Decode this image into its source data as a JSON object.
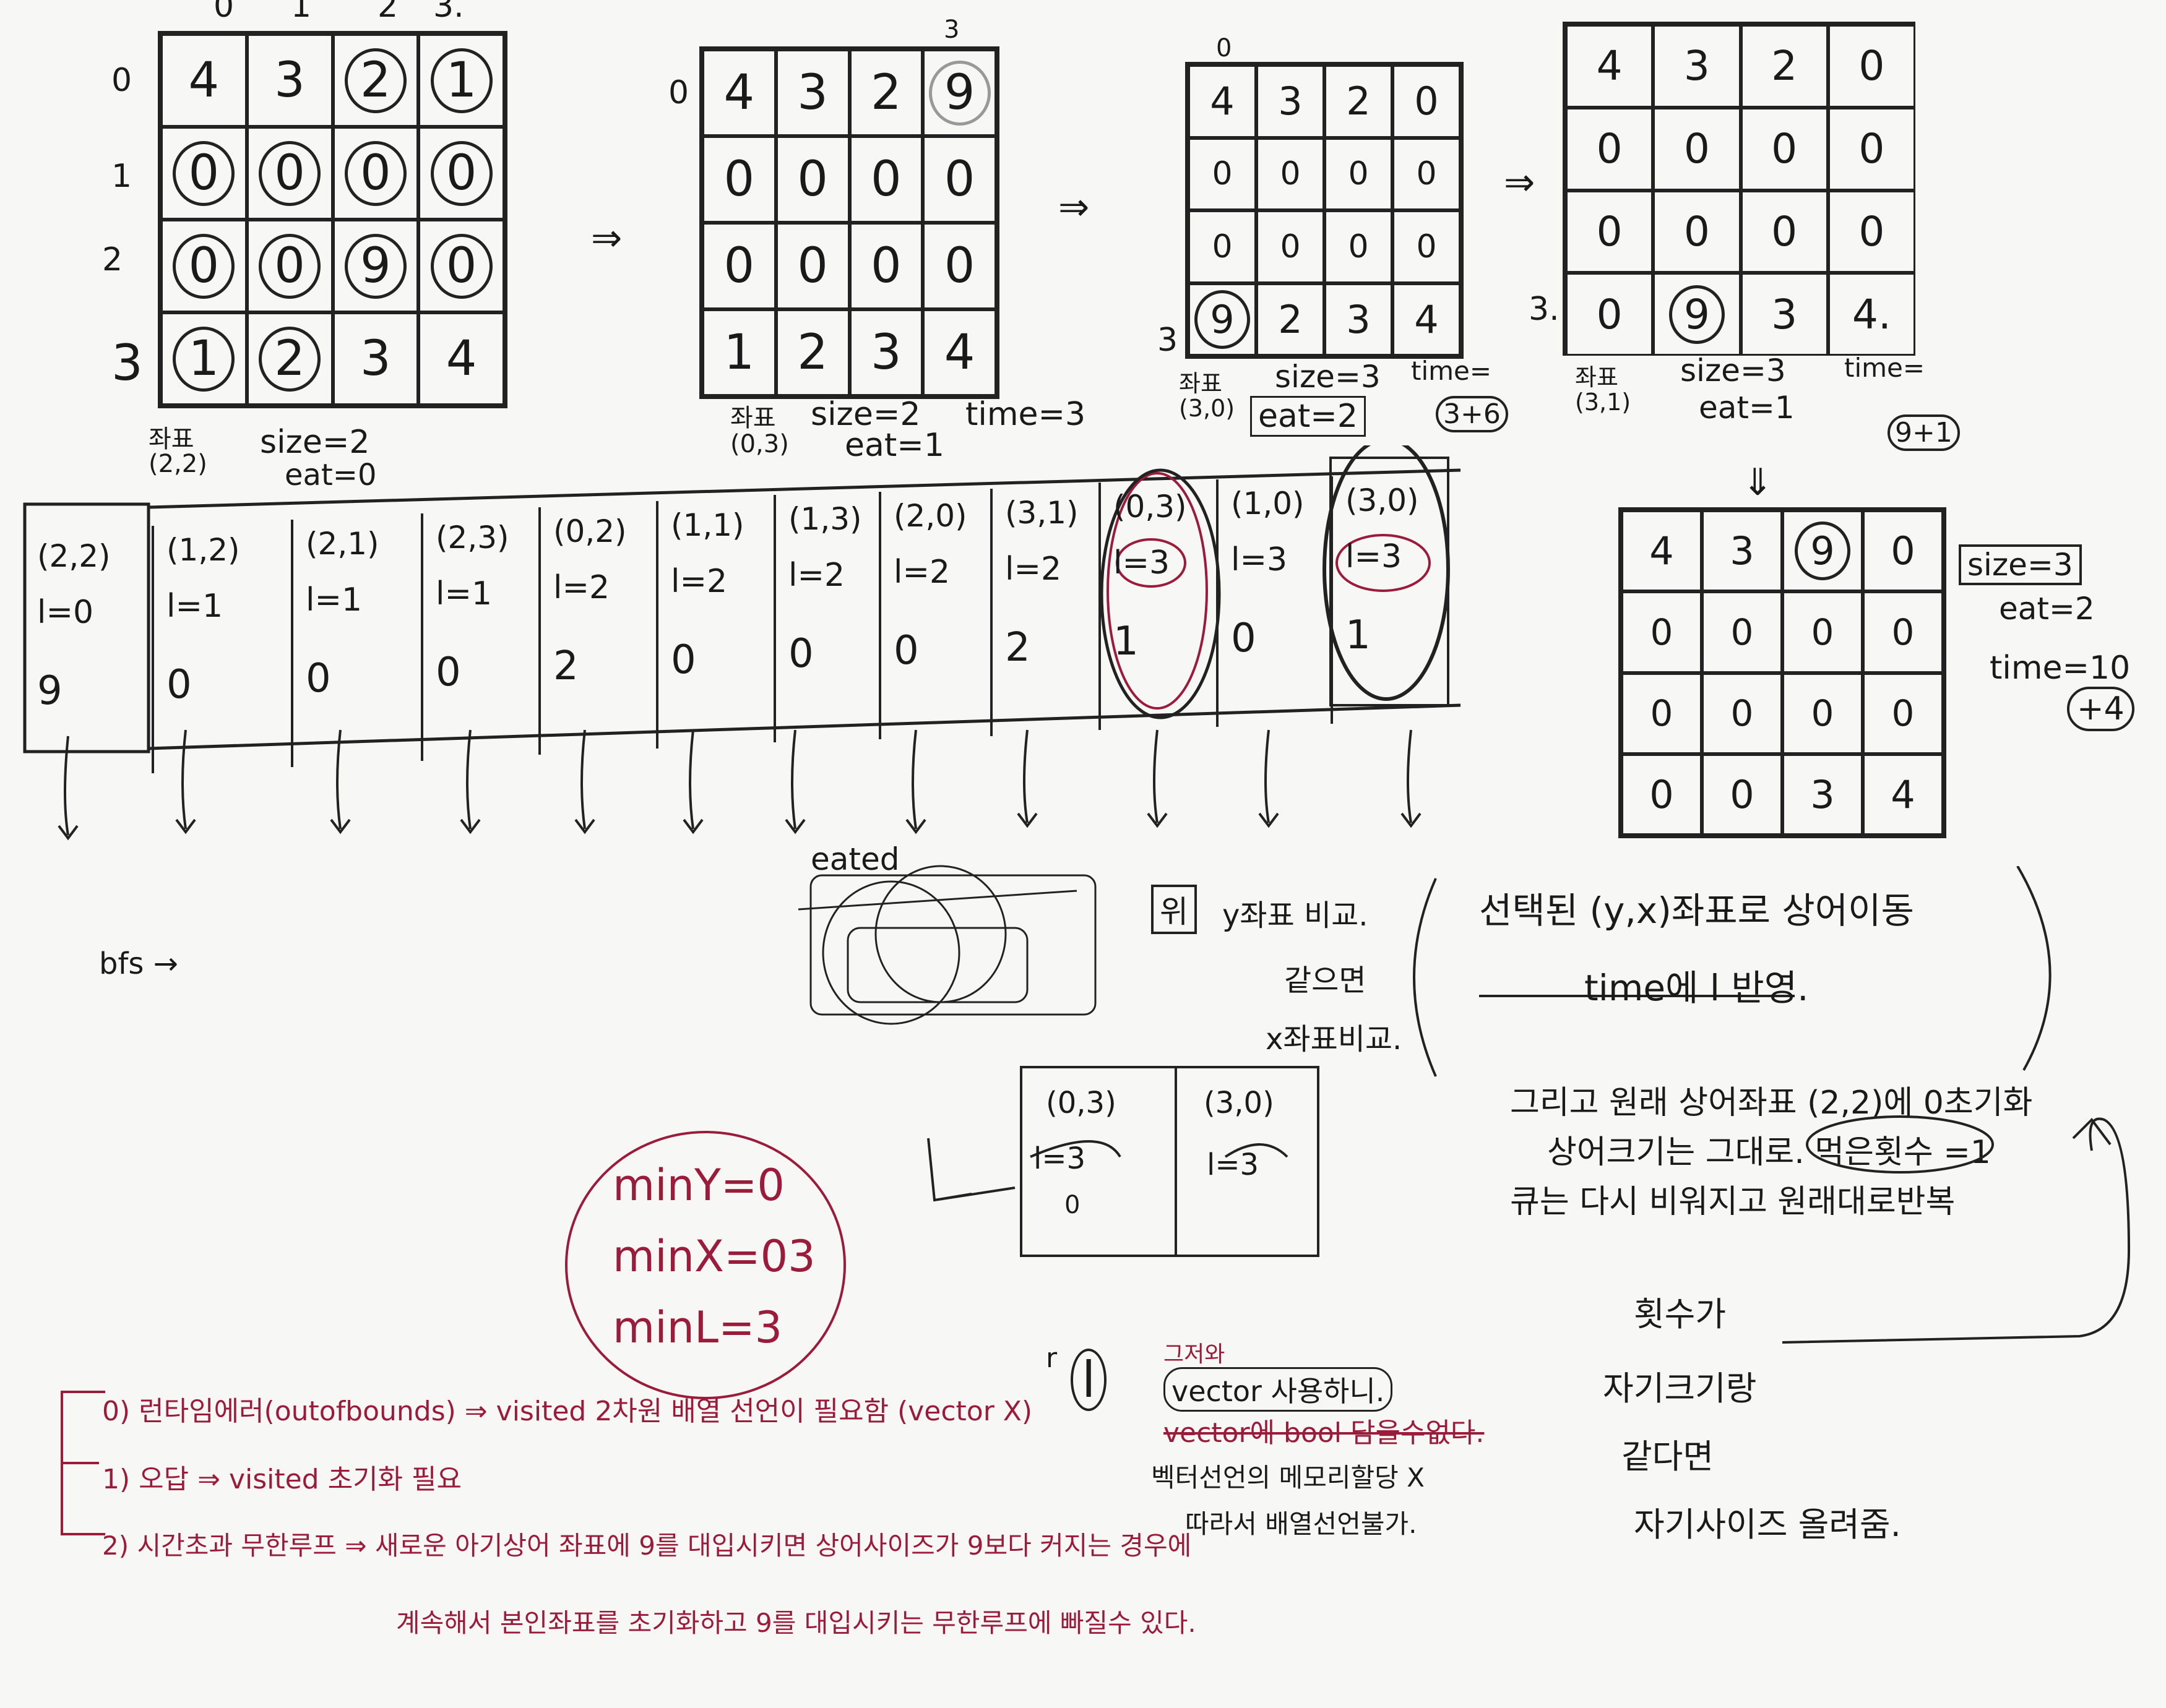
{
  "grid1": {
    "col_headers": [
      "0",
      "1",
      "2",
      "3."
    ],
    "row_headers": [
      "0",
      "1",
      "2",
      "3"
    ],
    "cells": [
      [
        "4",
        "3",
        "2",
        "1"
      ],
      [
        "0",
        "0",
        "0",
        "0"
      ],
      [
        "0",
        "0",
        "9",
        "0"
      ],
      [
        "1",
        "2",
        "3",
        "4"
      ]
    ],
    "info_label": "좌표\n(2,2)",
    "size": "size=2",
    "eat": "eat=0"
  },
  "grid2": {
    "row_header": "0",
    "col_marker": "3",
    "cells": [
      [
        "4",
        "3",
        "2",
        "9"
      ],
      [
        "0",
        "0",
        "0",
        "0"
      ],
      [
        "0",
        "0",
        "0",
        "0"
      ],
      [
        "1",
        "2",
        "3",
        "4"
      ]
    ],
    "info_label": "좌표\n(0,3)",
    "size": "size=2",
    "eat": "eat=1",
    "time": "time=3"
  },
  "grid3": {
    "col_marker": "0",
    "row_header": "3",
    "cells": [
      [
        "4",
        "3",
        "2",
        "0"
      ],
      [
        "0",
        "0",
        "0",
        "0"
      ],
      [
        "0",
        "0",
        "0",
        "0"
      ],
      [
        "9",
        "2",
        "3",
        "4"
      ]
    ],
    "info_label": "좌표\n(3,0)",
    "size": "size=3",
    "eat": "eat=2",
    "time": "time=",
    "time_add": "3+6"
  },
  "grid4": {
    "row_header": "3.",
    "cells": [
      [
        "4",
        "3",
        "2",
        "0"
      ],
      [
        "0",
        "0",
        "0",
        "0"
      ],
      [
        "0",
        "0",
        "0",
        "0"
      ],
      [
        "0",
        "9",
        "3",
        "4."
      ]
    ],
    "info_label": "좌표\n(3,1)",
    "size": "size=3",
    "eat": "eat=1",
    "time": "time=",
    "time_add": "9+1"
  },
  "grid5": {
    "cells": [
      [
        "4",
        "3",
        "9",
        "0"
      ],
      [
        "0",
        "0",
        "0",
        "0"
      ],
      [
        "0",
        "0",
        "0",
        "0"
      ],
      [
        "0",
        "0",
        "3",
        "4"
      ]
    ],
    "size": "size=3",
    "eat": "eat=2",
    "time": "time=10",
    "time_add": "+4"
  },
  "arrows": [
    "⇒",
    "⇒",
    "⇒",
    "⇓"
  ],
  "queue": [
    {
      "coord": "(2,2)",
      "l": "l=0",
      "v": "9"
    },
    {
      "coord": "(1,2)",
      "l": "l=1",
      "v": "0"
    },
    {
      "coord": "(2,1)",
      "l": "l=1",
      "v": "0"
    },
    {
      "coord": "(2,3)",
      "l": "l=1",
      "v": "0"
    },
    {
      "coord": "(0,2)",
      "l": "l=2",
      "v": "2"
    },
    {
      "coord": "(1,1)",
      "l": "l=2",
      "v": "0"
    },
    {
      "coord": "(1,3)",
      "l": "l=2",
      "v": "0"
    },
    {
      "coord": "(2,0)",
      "l": "l=2",
      "v": "0"
    },
    {
      "coord": "(3,1)",
      "l": "l=2",
      "v": "2"
    },
    {
      "coord": "(0,3)",
      "l": "l=3",
      "v": "1"
    },
    {
      "coord": "(1,0)",
      "l": "l=3",
      "v": "0"
    },
    {
      "coord": "(3,0)",
      "l": "l=3",
      "v": "1"
    }
  ],
  "bfs_label": "bfs →",
  "eated_label": "eated",
  "compare": {
    "box": "위",
    "line1": "y좌표 비교.",
    "line2": "같으면",
    "line3": "x좌표비교."
  },
  "selected": {
    "line1": "선택된 (y,x)좌표로 상어이동",
    "line2": "time에 l 반영."
  },
  "reset_note": {
    "line1": "그리고 원래 상어좌표 (2,2)에 0초기화",
    "line2": "상어크기는 그대로. 먹은횟수 =1",
    "line3": "큐는 다시 비워지고 원래대로반복"
  },
  "small_table": [
    {
      "coord": "(0,3)",
      "l": "l=3",
      "v": "0"
    },
    {
      "coord": "(3,0)",
      "l": "l=3",
      "v": ""
    }
  ],
  "mins": {
    "y": "minY=0",
    "x": "minX=03",
    "l": "minL=3"
  },
  "vector_note": {
    "l_label": "l",
    "r_label": "r",
    "line1": "그저와",
    "line2": "vector 사용하니.",
    "line3": "vector에 bool 담을수없다.",
    "line4": "벡터선언의 메모리할당 X",
    "line5": "따라서 배열선언불가."
  },
  "count_note": [
    "횟수가",
    "자기크기랑",
    "같다면",
    "자기사이즈 올려줌."
  ],
  "errors": [
    "0) 런타임에러(outofbounds) ⇒ visited 2차원 배열 선언이 필요함 (vector X)",
    "1) 오답 ⇒ visited 초기화 필요",
    "2) 시간초과 무한루프 ⇒ 새로운 아기상어 좌표에 9를 대입시키면 상어사이즈가 9보다 커지는 경우에",
    "계속해서 본인좌표를 초기화하고 9를 대입시키는 무한루프에 빠질수 있다."
  ],
  "colors": {
    "ink": "#1a1a1a",
    "red_ink": "#9a1c3a",
    "paper": "#f7f7f5"
  }
}
